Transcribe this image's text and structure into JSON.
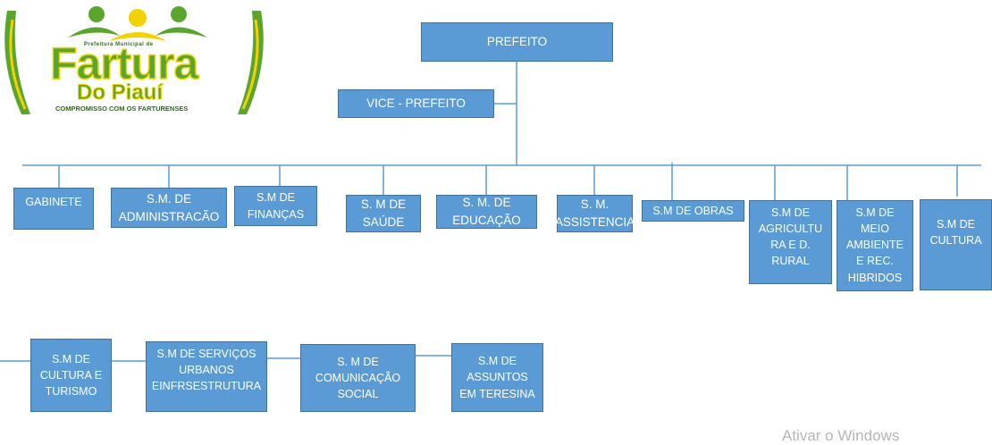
{
  "logo": {
    "small_text": "Prefeitura Municipal de",
    "title_line1": "Fartura",
    "title_line2": "Do Piauí",
    "slogan": "COMPROMISSO COM OS FARTURENSES",
    "colors": {
      "green": "#5aa52d",
      "yellow": "#f2d200",
      "dark_green": "#2e6b19"
    }
  },
  "org": {
    "prefeito": "PREFEITO",
    "vice": "VICE - PREFEITO",
    "row1": [
      "GABINETE",
      "S.M. DE\nADMINISTRACÃO",
      "S.M DE\nFINANÇAS",
      "S. M DE\nSAÚDE",
      "S. M. DE\nEDUCAÇÃO",
      "S. M.\nASSISTENCIA",
      "S.M DE OBRAS",
      "S.M DE\nAGRICULTU\nRA E D.\nRURAL",
      "S.M DE\nMEIO\nAMBIENTE\nE REC.\nHIBRIDOS",
      "S.M DE\nCULTURA"
    ],
    "row2": [
      "S.M DE\nCULTURA E\nTURISMO",
      "S.M DE SERVIÇOS\nURBANOS\nEINFRSESTRUTURA",
      "S. M DE\nCOMUNICAÇÃO\nSOCIAL",
      "S.M DE\nASSUNTOS\nEM TERESINA"
    ]
  },
  "watermark": "Ativar o Windows",
  "colors": {
    "box_fill": "#5b9bd5",
    "box_border": "#41719c",
    "line": "#5b9bd5"
  }
}
